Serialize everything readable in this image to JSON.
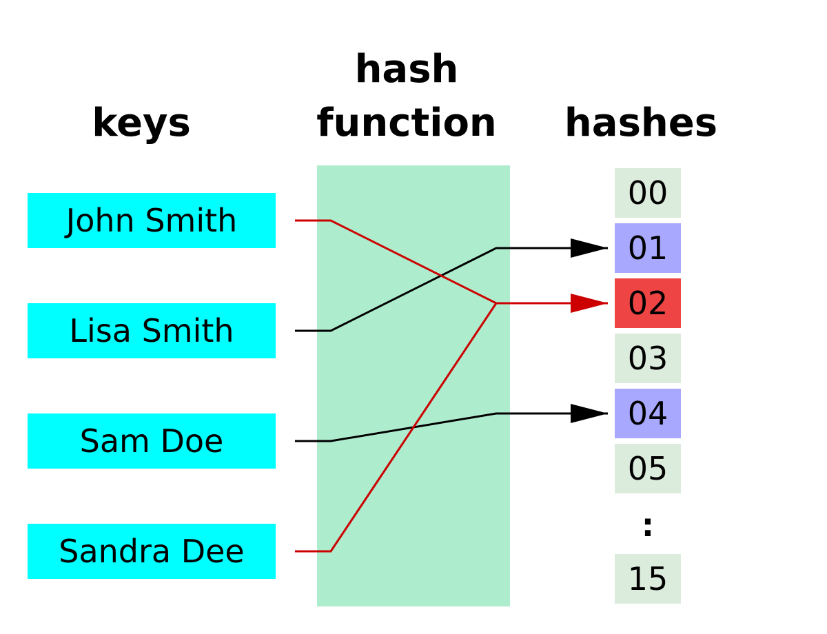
{
  "headings": {
    "keys": "keys",
    "hash_function_line1": "hash",
    "hash_function_line2": "function",
    "hashes": "hashes"
  },
  "keys": [
    {
      "label": "John Smith",
      "target": "02",
      "collision": true
    },
    {
      "label": "Lisa Smith",
      "target": "01",
      "collision": false
    },
    {
      "label": "Sam Doe",
      "target": "04",
      "collision": false
    },
    {
      "label": "Sandra Dee",
      "target": "02",
      "collision": true
    }
  ],
  "buckets": [
    {
      "label": "00",
      "state": "empty"
    },
    {
      "label": "01",
      "state": "used"
    },
    {
      "label": "02",
      "state": "collision"
    },
    {
      "label": "03",
      "state": "empty"
    },
    {
      "label": "04",
      "state": "used"
    },
    {
      "label": "05",
      "state": "empty"
    },
    {
      "label": "15",
      "state": "empty"
    }
  ],
  "ellipsis": ":",
  "colors": {
    "key_box": "#00ffff",
    "hash_function_box": "#aeecce",
    "bucket_empty": "#dcecdc",
    "bucket_used": "#a8a8ff",
    "bucket_collision": "#ee4444",
    "arrow_normal": "#000000",
    "arrow_collision": "#cc0000"
  }
}
